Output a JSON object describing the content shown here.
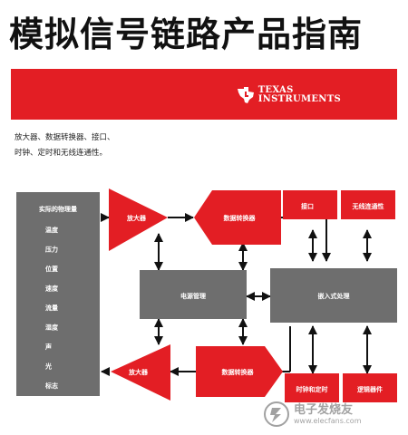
{
  "title": "模拟信号链路产品指南",
  "brand": {
    "line1": "TEXAS",
    "line2": "INSTRUMENTS",
    "color": "#e31e24"
  },
  "subtitle": {
    "line1": "放大器、数据转换器、接口、",
    "line2": "时钟、定时和无线连通性。"
  },
  "diagram": {
    "physical": {
      "heading": "实际的物理量",
      "items": [
        "温度",
        "压力",
        "位置",
        "速度",
        "流量",
        "湿度",
        "声",
        "光",
        "标志"
      ]
    },
    "amp_top": "放大器",
    "adc_top": "数据转换器",
    "interface": "接口",
    "wireless": "无线连通性",
    "power": "电源管理",
    "embedded": "嵌入式处理",
    "amp_bottom": "放大器",
    "dac_bottom": "数据转换器",
    "clock": "时钟和定时",
    "logic": "逻辑器件"
  },
  "watermark": {
    "text": "电子发烧友",
    "url": "www.elecfans.com"
  }
}
